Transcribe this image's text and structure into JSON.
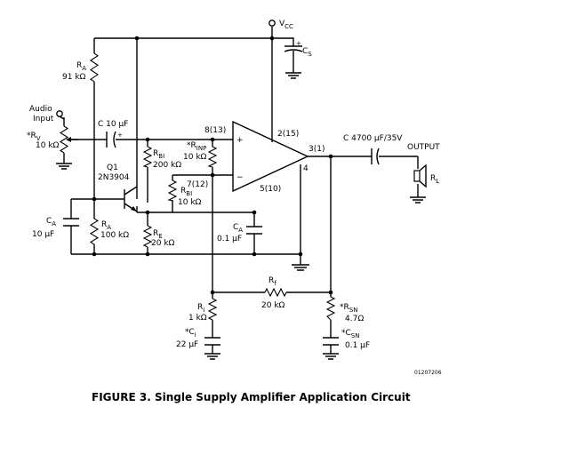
{
  "figure": {
    "caption": "FIGURE 3. Single Supply Amplifier Application Circuit",
    "code": "01207206"
  },
  "labels": {
    "vcc": "V",
    "vcc_sub": "CC",
    "cs": "C",
    "cs_sub": "S",
    "ra_top": "R",
    "ra_top_sub": "A",
    "ra_top_val": "91 kΩ",
    "audio_input_1": "Audio",
    "audio_input_2": "Input",
    "rv": "*R",
    "rv_sub": "V",
    "rv_val": "10 kΩ",
    "c_in": "C 10 µF",
    "pin_in": "8(13)",
    "pin_vcc": "2(15)",
    "pin_out": "3(1)",
    "pin_4": "4",
    "pin_bias": "7(12)",
    "pin_gnd": "5(10)",
    "plus": "+",
    "minus": "−",
    "rinp": "*R",
    "rinp_sub": "INP",
    "rinp_val": "10 kΩ",
    "rbi1": "R",
    "rbi1_sub": "BI",
    "rbi1_val": "200 kΩ",
    "rbi2": "R",
    "rbi2_sub": "BI",
    "rbi2_val": "10 kΩ",
    "q1": "Q1",
    "q1_type": "2N3904",
    "ca_left": "C",
    "ca_left_sub": "A",
    "ca_left_val": "10 µF",
    "ra_bot": "R",
    "ra_bot_sub": "A",
    "ra_bot_val": "100 kΩ",
    "re": "R",
    "re_sub": "E",
    "re_val": "20 kΩ",
    "ca_right": "C",
    "ca_right_sub": "A",
    "ca_right_val": "0.1 µF",
    "c_out": "C 4700 µF/35V",
    "output": "OUTPUT",
    "rl": "R",
    "rl_sub": "L",
    "rf": "R",
    "rf_sub": "f",
    "rf_val": "20 kΩ",
    "ri": "R",
    "ri_sub": "i",
    "ri_val": "1 kΩ",
    "ci": "*C",
    "ci_sub": "i",
    "ci_val": "22 µF",
    "rsn": "*R",
    "rsn_sub": "SN",
    "rsn_val": "4.7Ω",
    "csn": "*C",
    "csn_sub": "SN",
    "csn_val": "0.1 µF"
  }
}
